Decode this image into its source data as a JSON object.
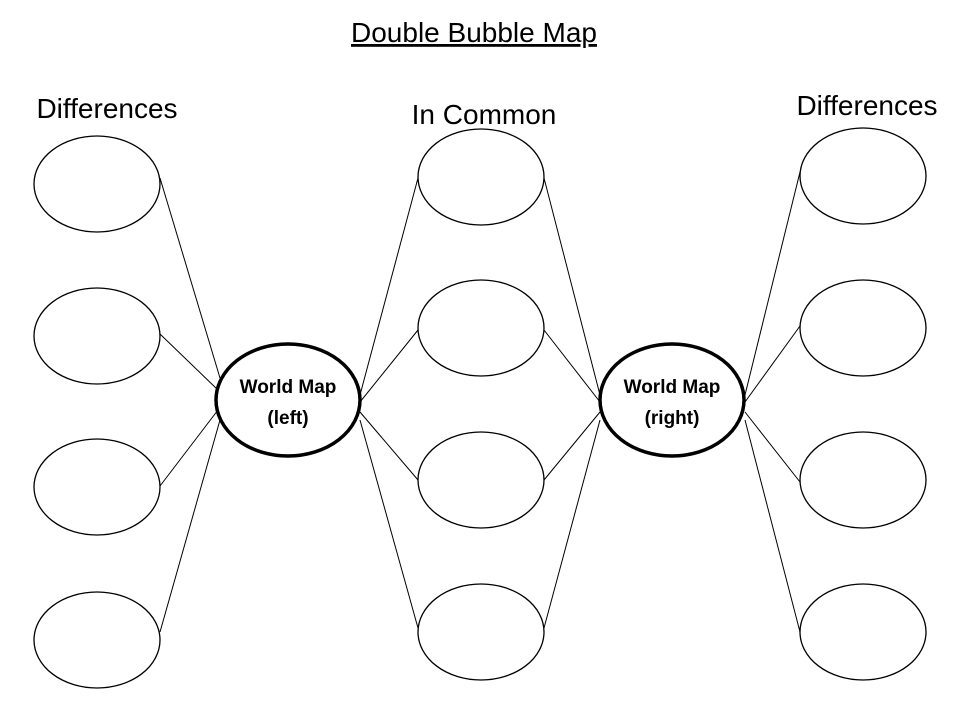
{
  "title": "Double Bubble Map",
  "headings": {
    "left": "Differences",
    "middle": "In Common",
    "right": "Differences"
  },
  "center_topics": {
    "left": {
      "line1": "World Map",
      "line2": "(left)"
    },
    "right": {
      "line1": "World Map",
      "line2": "(right)"
    }
  },
  "colors": {
    "line": "#000000",
    "background": "#ffffff"
  }
}
